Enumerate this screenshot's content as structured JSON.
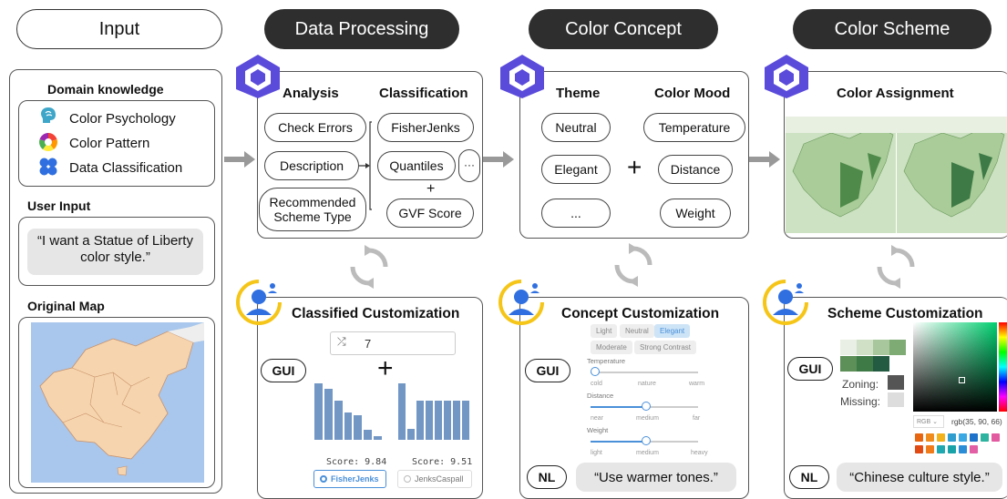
{
  "stages": {
    "input": "Input",
    "processing": "Data Processing",
    "concept": "Color Concept",
    "scheme": "Color Scheme"
  },
  "input_panel": {
    "domain_title": "Domain knowledge",
    "domain_items": [
      "Color Psychology",
      "Color Pattern",
      "Data Classification"
    ],
    "user_input_title": "User Input",
    "user_input_text": "“I want a Statue of Liberty color style.”",
    "original_map_title": "Original Map"
  },
  "processing_panel": {
    "analysis_title": "Analysis",
    "classification_title": "Classification",
    "analysis_items": [
      "Check Errors",
      "Description",
      "Recommended Scheme Type"
    ],
    "classification_items": [
      "FisherJenks",
      "Quantiles"
    ],
    "more": "···",
    "plus": "+",
    "gvf": "GVF Score"
  },
  "concept_panel": {
    "theme_title": "Theme",
    "mood_title": "Color Mood",
    "theme_items": [
      "Neutral",
      "Elegant",
      "..."
    ],
    "mood_items": [
      "Temperature",
      "Distance",
      "Weight"
    ],
    "plus": "+"
  },
  "scheme_panel": {
    "title": "Color Assignment"
  },
  "classified_custom": {
    "title": "Classified Customization",
    "gui_label": "GUI",
    "class_count": "7",
    "plus": "+",
    "score_left": "Score:  9.84",
    "score_right": "Score:  9.51",
    "radio_left": "FisherJenks",
    "radio_right": "JenksCaspall",
    "hist_left": [
      10,
      9,
      7,
      5,
      4.5,
      2,
      1
    ],
    "hist_right": [
      10,
      2.2,
      7,
      7,
      7,
      7,
      7,
      7
    ]
  },
  "concept_custom": {
    "title": "Concept Customization",
    "gui_label": "GUI",
    "nl_label": "NL",
    "nl_text": "“Use warmer tones.”",
    "chips_row1": [
      "Light",
      "Neutral",
      "Elegant"
    ],
    "chips_row2": [
      "Moderate",
      "Strong Contrast"
    ],
    "sliders": [
      {
        "name": "Temperature",
        "ticks": [
          "cold",
          "nature",
          "warm"
        ],
        "value": 0.0
      },
      {
        "name": "Distance",
        "ticks": [
          "near",
          "medium",
          "far"
        ],
        "value": 0.5
      },
      {
        "name": "Weight",
        "ticks": [
          "light",
          "medium",
          "heavy"
        ],
        "value": 0.5
      }
    ]
  },
  "scheme_custom": {
    "title": "Scheme Customization",
    "gui_label": "GUI",
    "nl_label": "NL",
    "nl_text": "“Chinese culture style.”",
    "zoning_label": "Zoning:",
    "missing_label": "Missing:",
    "rgb_mode": "RGB",
    "rgb_value": "rgb(35, 90, 66)",
    "swatches_top": [
      "#e9efe4",
      "#cfe0c6",
      "#a8c79d",
      "#7eaa74"
    ],
    "swatches_bottom": [
      "#5d8f58",
      "#3e7a46",
      "#235a42"
    ],
    "zoning_color": "#555555",
    "missing_color": "#dddddd",
    "palette_row1": [
      "#e8660f",
      "#ef8c1b",
      "#f2b21b",
      "#2f9ecf",
      "#39a8e3",
      "#1e72c9",
      "#2fb3a1",
      "#e25aa0"
    ],
    "palette_row2": [
      "#e14a12",
      "#f07b1a",
      "#1fa8b0",
      "#19a3a8",
      "#2b8dd6",
      "#e35fa5"
    ]
  },
  "colors": {
    "dark_pill": "#2e2e2e",
    "bar": "#7297c4",
    "accent_blue": "#4a90d9",
    "qwen_purple": "#5b4bdb",
    "user_blue": "#2f6fe0",
    "user_yellow": "#f5c518"
  }
}
